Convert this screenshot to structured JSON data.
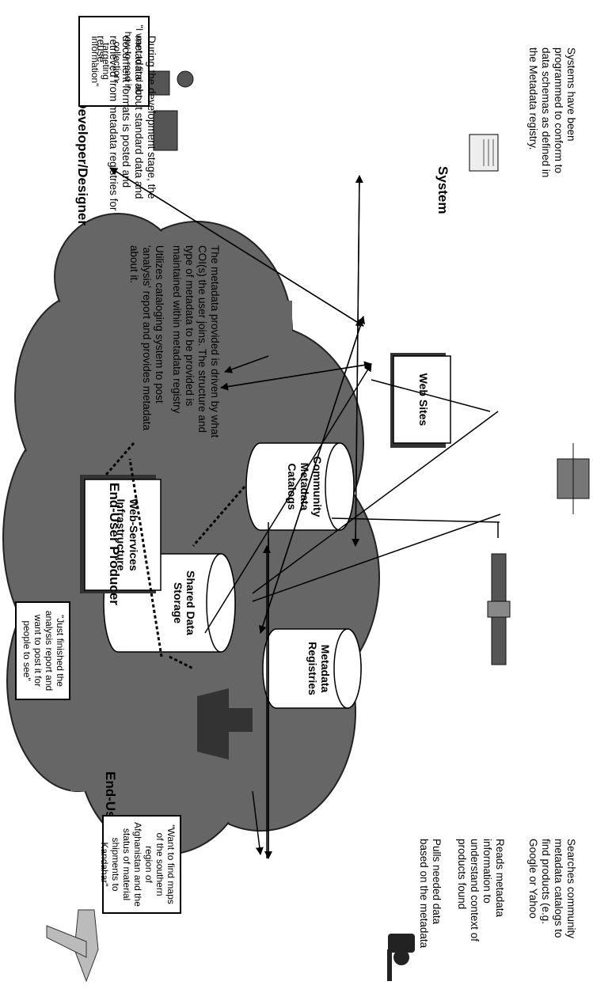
{
  "roles": {
    "consumer": "End-User Consumer",
    "producer": "End-User Producer",
    "developer": "End-User Developer/Designer",
    "system": "System"
  },
  "bubbles": {
    "consumer": "\"Want to find maps of the southern region of Afghanistan and the status of material shipments to Kandahar\"",
    "producer": "\"Just finished the analysis report and want to post it for people to see\"",
    "developer": "\"I want to find out how to read in collection targeting information\""
  },
  "notes": {
    "consumer_search": "Searches community metadata catalogs to find products (e.g. Google or Yahoo",
    "consumer_read": "Reads metadata information to understand context of products found",
    "consumer_pull": "Pulls needed data based on the metadata",
    "producer_post": "Utilizes cataloging system to post 'analysis' report and provides metadata about it.",
    "producer_coi": "The metadata provided is driven by what COI(s) the user joins.  The structure and type of metadata to be provided is maintained within metadata registry",
    "developer_stage": "During the development stage, the metadata about standard data and document formats is posted and retrieved from metadata registries for reuse.",
    "system_prog": "Systems have been programmed to conform to data schemas as defined in the Metadata registry."
  },
  "components": {
    "catalogs": "Community Metadata Catalogs",
    "registries": "Metadata Registries",
    "storage": "Shared Data Storage",
    "websites": "Web Sites",
    "webservices": "Web-Services Infrastructure"
  },
  "icons": [
    "soldier-icon",
    "fighter-jet-icon",
    "ship-icon",
    "satellite-icon",
    "helicopter-icon",
    "workstation-user-icon",
    "server-icon"
  ],
  "colors": {
    "cloud": "#666666",
    "cloud_edge": "#222222",
    "cylinder": "#ffffff",
    "box_shadow": "#333333"
  }
}
